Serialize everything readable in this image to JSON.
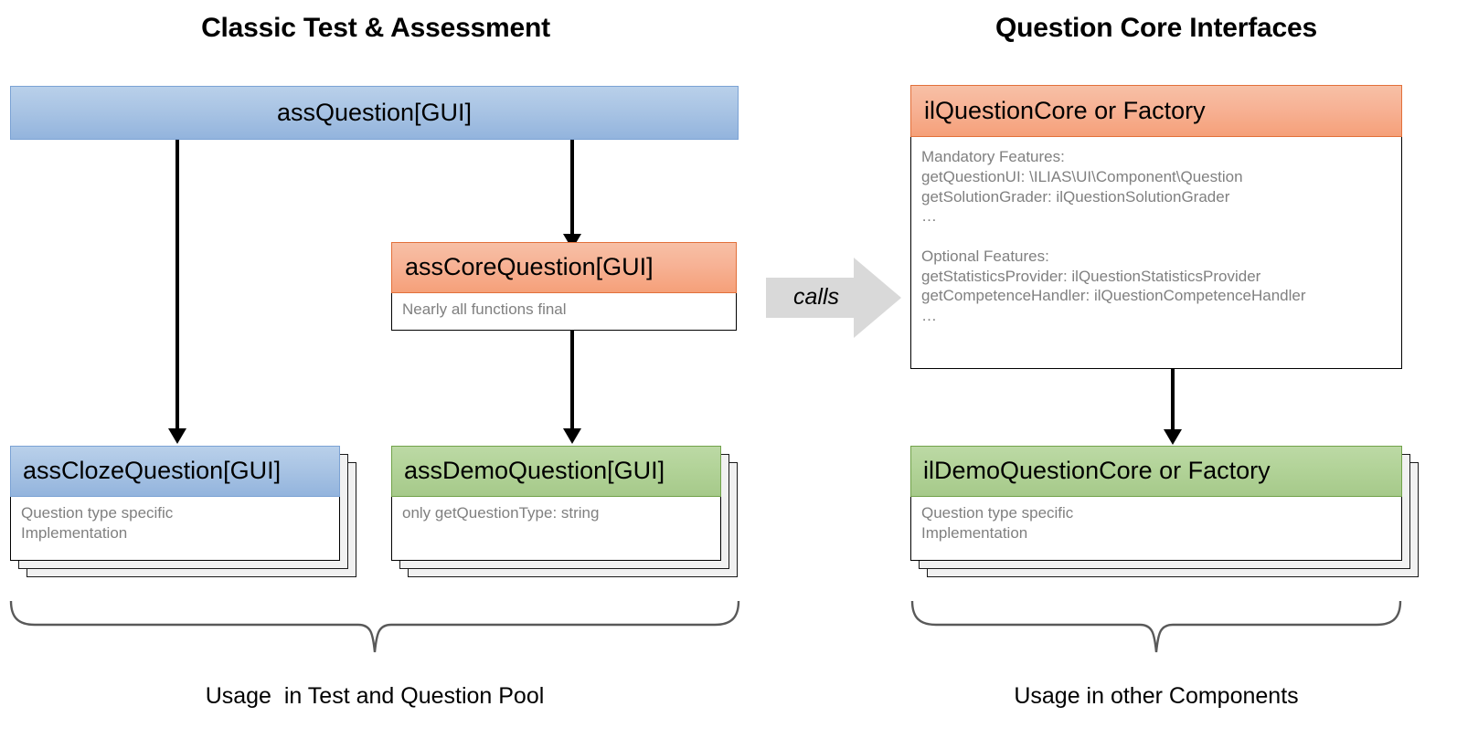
{
  "diagram": {
    "title_left": "Classic Test & Assessment",
    "title_right": "Question Core Interfaces",
    "colors": {
      "blue": "#a9c4e4",
      "orange": "#f7b295",
      "green": "#b2d398",
      "arrow_gray": "#d9d9d9",
      "body_text": "#808080",
      "line": "#000000"
    },
    "left_column": {
      "root": {
        "header": "assQuestion[GUI]",
        "body": ""
      },
      "core": {
        "header": "assCoreQuestion[GUI]",
        "body": "Nearly all functions final"
      },
      "cloze": {
        "header": "assClozeQuestion[GUI]",
        "body": "Question type specific\nImplementation"
      },
      "demo": {
        "header": "assDemoQuestion[GUI]",
        "body": "only getQuestionType: string"
      },
      "caption": "Usage  in Test and Question Pool"
    },
    "right_column": {
      "core": {
        "header": "ilQuestionCore or Factory",
        "body": "Mandatory Features:\ngetQuestionUI: \\ILIAS\\UI\\Component\\Question\ngetSolutionGrader: ilQuestionSolutionGrader\n…\n\nOptional Features:\ngetStatisticsProvider: ilQuestionStatisticsProvider\ngetCompetenceHandler: ilQuestionCompetenceHandler\n…"
      },
      "demo": {
        "header": "ilDemoQuestionCore or Factory",
        "body": "Question type specific\nImplementation"
      },
      "caption": "Usage in other Components"
    },
    "connector": {
      "label": "calls"
    }
  }
}
